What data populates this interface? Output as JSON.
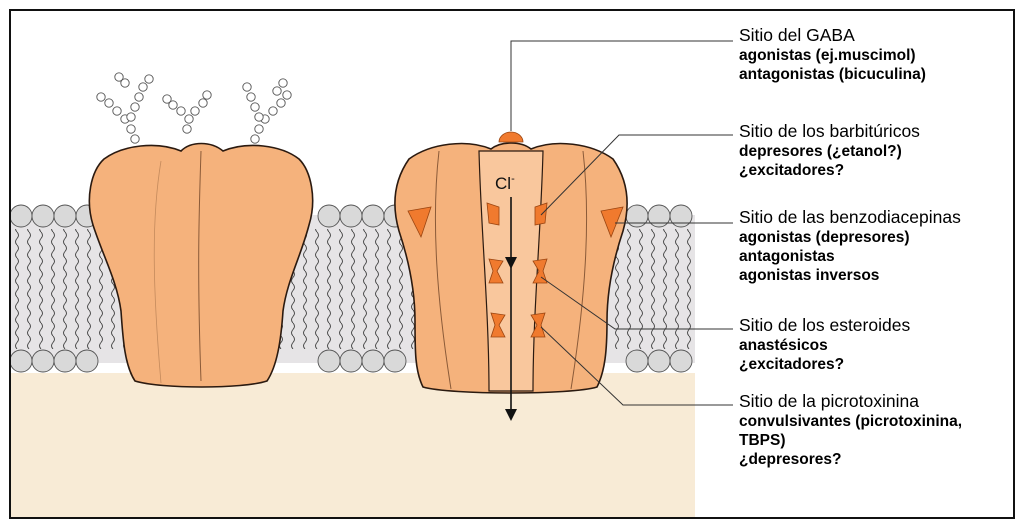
{
  "ion_label": "Cl",
  "ion_charge": "-",
  "sites": [
    {
      "title": "Sitio del GABA",
      "lines": [
        "agonistas (ej.muscimol)",
        "antagonistas (bicuculina)"
      ]
    },
    {
      "title": "Sitio de los barbitúricos",
      "lines": [
        "depresores (¿etanol?)",
        "¿excitadores?"
      ]
    },
    {
      "title": "Sitio de las benzodiacepinas",
      "lines": [
        "agonistas (depresores)",
        "antagonistas",
        "agonistas inversos"
      ]
    },
    {
      "title": "Sitio de los esteroides",
      "lines": [
        "anastésicos",
        "¿excitadores?"
      ]
    },
    {
      "title": "Sitio de la picrotoxinina",
      "lines": [
        "convulsivantes (picrotoxinina,",
        "TBPS)",
        "¿depresores?"
      ]
    }
  ],
  "colors": {
    "receptor": "#F5B27C",
    "receptor_outline": "#2B1A10",
    "site_marker": "#F07A2E",
    "membrane_band": "#E6E4E6",
    "lipid_head": "#D9D9D9",
    "cytoplasm": "#F8EBD6"
  }
}
